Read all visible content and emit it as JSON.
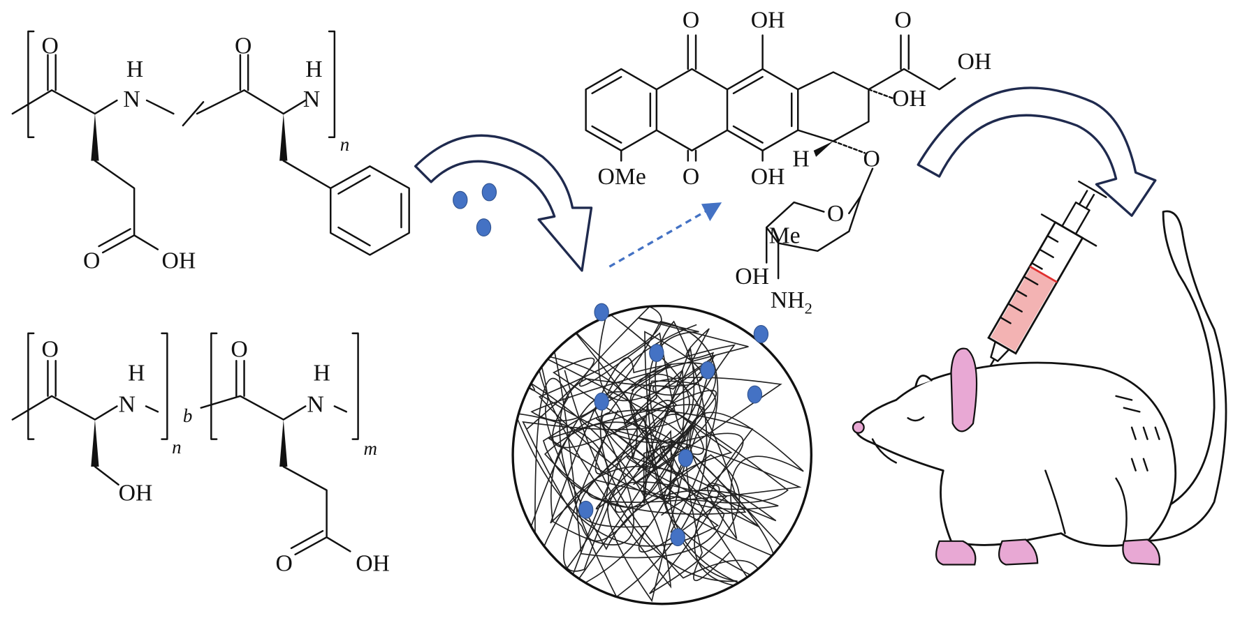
{
  "colors": {
    "drug_dot": "#4472c4",
    "arrow_outline": "#1f2a4e",
    "syringe_fill": "#f3b3b3",
    "rat_ear_paw": "#e8a8d4"
  },
  "polymer_top": {
    "o1": "O",
    "h1": "H",
    "n1": "N",
    "o2": "O",
    "h2": "H",
    "n2": "N",
    "sub_n": "n",
    "acid_o": "O",
    "acid_oh": "OH"
  },
  "polymer_bottom": {
    "o1": "O",
    "h1": "H",
    "n1": "N",
    "sub_n": "n",
    "block": "b",
    "o2": "O",
    "h2": "H",
    "n2": "N",
    "sub_m": "m",
    "oh": "OH",
    "acid_o": "O",
    "acid_oh": "OH"
  },
  "doxorubicin": {
    "o_top": "O",
    "oh_top": "OH",
    "o_ketone": "O",
    "oh_side": "OH",
    "oh_ring": "OH",
    "ome": "OMe",
    "o_bottom": "O",
    "oh_bottom": "OH",
    "h": "H",
    "o_link": "O",
    "o_sugar": "O",
    "me": "Me",
    "oh_sugar": "OH",
    "nh2": "NH",
    "nh2_sub": "2"
  },
  "icons": [
    "curved-arrow",
    "dashed-arrow",
    "nanoparticle",
    "syringe",
    "rat"
  ]
}
